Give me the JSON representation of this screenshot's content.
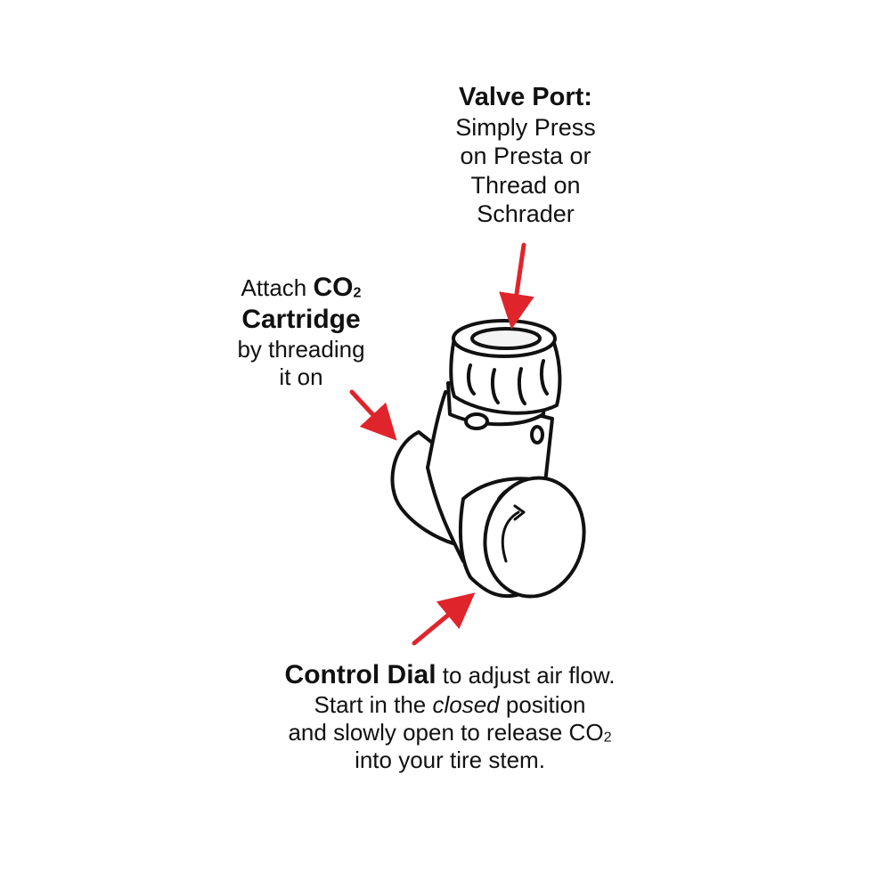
{
  "valve_port": {
    "title": "Valve Port:",
    "lines": [
      "Simply Press",
      "on Presta or",
      "Thread on",
      "Schrader"
    ]
  },
  "co2": {
    "prefix": "Attach ",
    "bold1": "CO",
    "sub1": "2",
    "bold2": "Cartridge",
    "lines": [
      "by threading",
      "it on"
    ]
  },
  "control_dial": {
    "bold": "Control Dial",
    "rest1": " to adjust air flow.",
    "line2_pre": "Start in the ",
    "line2_em": "closed",
    "line2_post": " position",
    "line3_pre": "and slowly open to release CO",
    "line3_sub": "2",
    "line4": "into your tire stem."
  },
  "colors": {
    "arrow": "#e0242b",
    "ink": "#111111",
    "background": "#ffffff"
  }
}
